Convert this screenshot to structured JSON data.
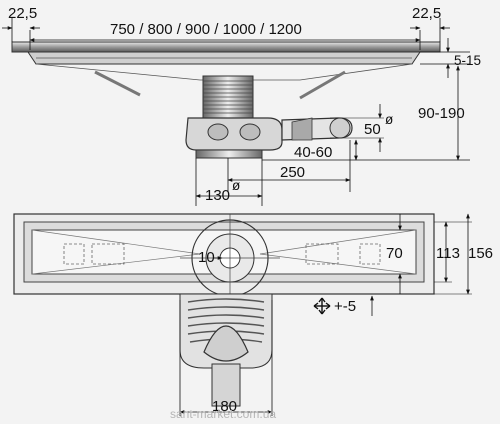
{
  "side_view": {
    "dim_overhang_left": "22,5",
    "dim_overhang_right": "22,5",
    "dim_lengths": "750 / 800 / 900 / 1000 / 1200",
    "dim_frame_height": "5-15",
    "dim_total_height": "90-190",
    "dim_outlet_diameter": "50",
    "dim_outlet_height": "40-60",
    "dim_outlet_offset": "250",
    "dim_body_diameter": "130",
    "diameter_symbol": "ø"
  },
  "top_view": {
    "dim_inner_width": "113",
    "dim_outer_width": "156",
    "dim_center": "10",
    "dim_edge": "70",
    "dim_adjust": "+-5",
    "dim_trap_width": "180"
  },
  "watermark": "sant-market.com.ua"
}
